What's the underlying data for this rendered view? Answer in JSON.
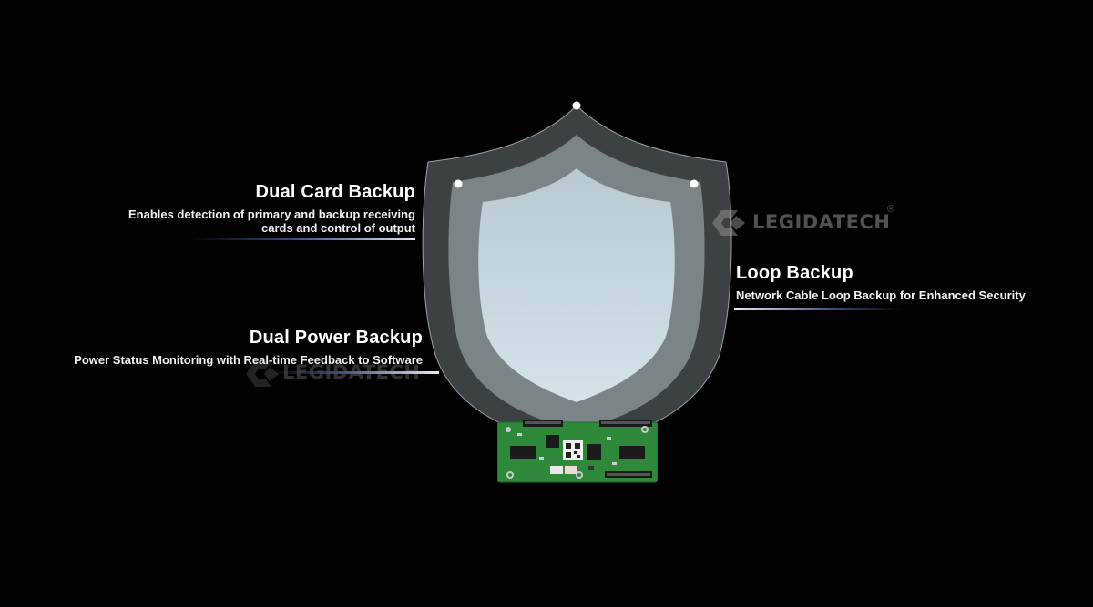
{
  "features": {
    "dual_card": {
      "title": "Dual Card Backup",
      "description_line1": "Enables detection of primary and backup receiving",
      "description_line2": "cards and control of output"
    },
    "dual_power": {
      "title": "Dual Power Backup",
      "description": "Power Status Monitoring with Real-time Feedback to Software"
    },
    "loop": {
      "title": "Loop Backup",
      "description": "Network Cable Loop Backup for Enhanced Security"
    }
  },
  "watermark": {
    "brand": "LEGIDATECH",
    "registered": "®"
  },
  "colors": {
    "background": "#020202",
    "shield_outer": "#3b4043",
    "shield_middle": "#7d8688",
    "shield_inner": "#c9d8df",
    "board_green": "#2f8a3a",
    "accent_line": "#3b4c7a"
  }
}
